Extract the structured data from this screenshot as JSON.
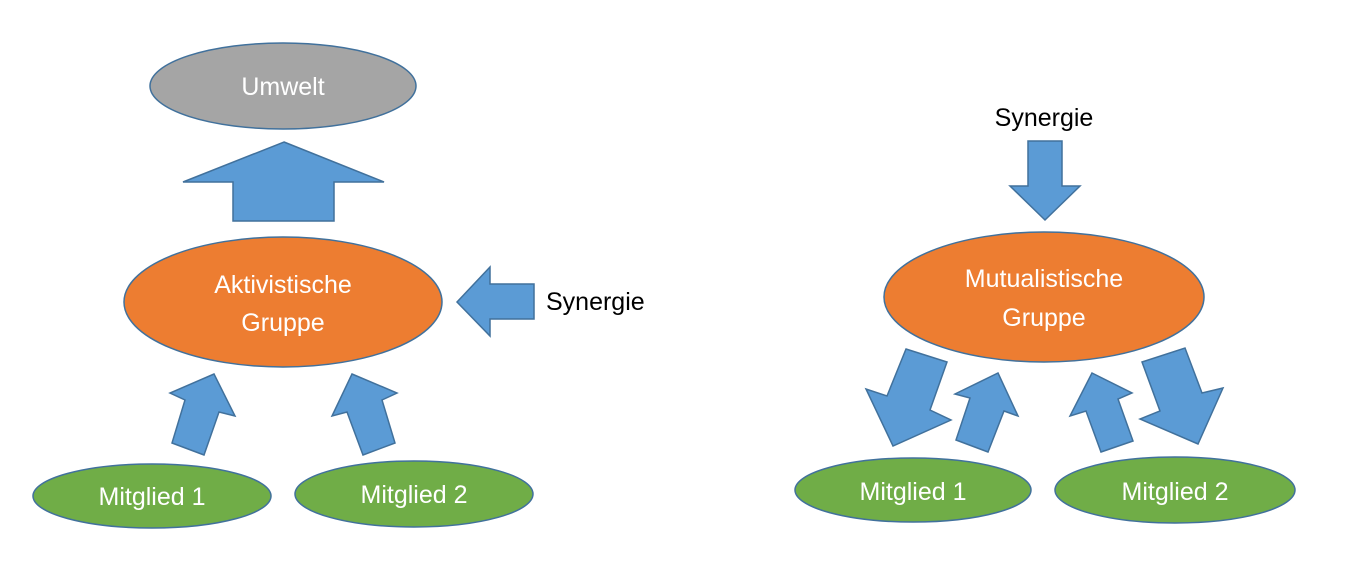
{
  "colors": {
    "environment": "#a5a5a5",
    "group": "#ed7d31",
    "member": "#70ad47",
    "arrow": "#5b9bd5",
    "outline": "#41719c"
  },
  "left_diagram": {
    "environment": {
      "label": "Umwelt"
    },
    "group": {
      "line1": "Aktivistische",
      "line2": "Gruppe"
    },
    "synergy_label": "Synergie",
    "member1": {
      "label": "Mitglied 1"
    },
    "member2": {
      "label": "Mitglied 2"
    },
    "arrows": [
      {
        "from": "group",
        "to": "environment",
        "icon": "arrow-up"
      },
      {
        "from": "synergy",
        "to": "group",
        "icon": "arrow-left"
      },
      {
        "from": "member1",
        "to": "group",
        "icon": "arrow-up-right"
      },
      {
        "from": "member2",
        "to": "group",
        "icon": "arrow-up-left"
      }
    ]
  },
  "right_diagram": {
    "synergy_label": "Synergie",
    "group": {
      "line1": "Mutualistische",
      "line2": "Gruppe"
    },
    "member1": {
      "label": "Mitglied 1"
    },
    "member2": {
      "label": "Mitglied 2"
    },
    "arrows": [
      {
        "from": "synergy",
        "to": "group",
        "icon": "arrow-down"
      },
      {
        "from": "group",
        "to": "member1",
        "icon": "arrow-down-left"
      },
      {
        "from": "member1",
        "to": "group",
        "icon": "arrow-up-right"
      },
      {
        "from": "member2",
        "to": "group",
        "icon": "arrow-up-left"
      },
      {
        "from": "group",
        "to": "member2",
        "icon": "arrow-down-right"
      }
    ]
  }
}
